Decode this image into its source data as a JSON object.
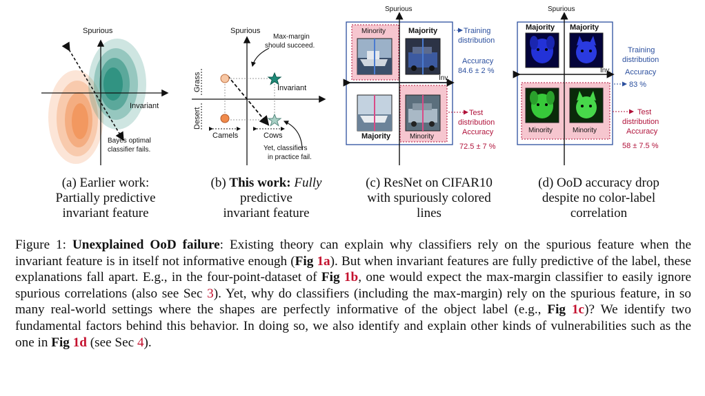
{
  "panel_a": {
    "axis_spurious": "Spurious",
    "axis_invariant": "Invariant",
    "note": [
      "Bayes optimal",
      "classifier fails."
    ],
    "caption_lines": [
      "(a) Earlier work:",
      "Partially predictive",
      "invariant feature"
    ]
  },
  "panel_b": {
    "axis_spurious": "Spurious",
    "axis_invariant": "Invariant",
    "grass": "Grass",
    "desert": "Desert",
    "camels": "Camels",
    "cows": "Cows",
    "note_top": [
      "Max-margin",
      "should succeed."
    ],
    "note_bottom": [
      "Yet, classifiers",
      "in practice fail."
    ],
    "caption_prefix": "(b) ",
    "caption_bold": "This work:",
    "caption_italic": "Fully",
    "caption_lines": [
      "predictive",
      "invariant feature"
    ]
  },
  "panel_c": {
    "axis_spurious": "Spurious",
    "axis_inv": "Inv.",
    "minority": "Minority",
    "majority": "Majority",
    "training": [
      "Training",
      "distribution"
    ],
    "train_acc_label": "Accuracy",
    "train_acc": "84.6 ± 2 %",
    "test": [
      "Test",
      "distribution"
    ],
    "test_acc_label": "Accuracy",
    "test_acc": "72.5 ± 7 %",
    "caption_lines": [
      "(c) ResNet on CIFAR10",
      "with spuriously colored",
      "lines"
    ]
  },
  "panel_d": {
    "axis_spurious": "Spurious",
    "axis_inv": "Inv.",
    "minority": "Minority",
    "majority": "Majority",
    "training": [
      "Training",
      "distribution"
    ],
    "train_acc_label": "Accuracy",
    "train_acc": "83 %",
    "test": [
      "Test",
      "distribution"
    ],
    "test_acc_label": "Accuracy",
    "test_acc": "58 ± 7.5 %",
    "caption_lines": [
      "(d) OoD accuracy drop",
      "despite no color-label",
      "correlation"
    ]
  },
  "figure_caption": {
    "label": "Figure 1: ",
    "title": "Unexplained OoD failure",
    "t1": ": Existing theory can explain why classifiers rely on the spurious feature when the invariant feature is in itself not informative enough (",
    "fig": "Fig ",
    "ref1a": "1a",
    "t2": "). But when invariant features are fully predictive of the label, these explanations fall apart. E.g., in the four-point-dataset of ",
    "ref1b": "1b",
    "t3": ", one would expect the max-margin classifier to easily ignore spurious correlations (also see Sec ",
    "sec3": "3",
    "t4": "). Yet, why do classifiers (including the max-margin) rely on the spurious feature, in so many real-world settings where the shapes are perfectly informative of the object label (e.g., ",
    "ref1c": "1c",
    "t5": ")? We identify two fundamental factors behind this behavior. In doing so, we also identify and explain other kinds of vulnerabilities such as the one in ",
    "ref1d": "1d",
    "t6": " (see Sec ",
    "sec4": "4",
    "t7": ")."
  },
  "colors": {
    "orange": "#f08a4b",
    "teal": "#1f8a78",
    "blue_text": "#2b4f9e",
    "red_text": "#b0123a",
    "pink_box": "#f6c6cf",
    "ref_red": "#c4122f"
  }
}
